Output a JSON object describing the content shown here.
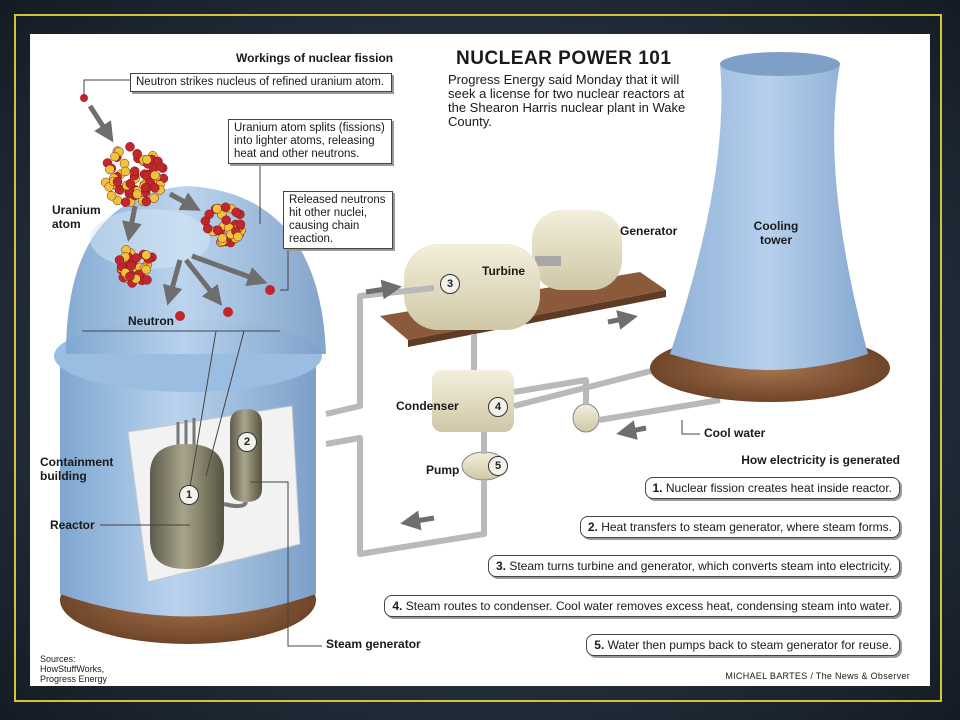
{
  "fission": {
    "heading": "Workings of nuclear fission",
    "callouts": [
      "Neutron strikes nucleus of refined uranium atom.",
      "Uranium atom splits (fissions) into lighter atoms, releasing heat and other neutrons.",
      "Released neutrons hit other nuclei, causing chain reaction."
    ],
    "uranium_label": "Uranium atom",
    "neutron_label": "Neutron"
  },
  "header": {
    "title": "NUCLEAR POWER 101",
    "lede": "Progress Energy said Monday that it will seek a license for two nuclear reactors at the Shearon Harris nuclear plant in Wake County."
  },
  "components": {
    "generator": "Generator",
    "turbine": "Turbine",
    "cooling_tower": "Cooling tower",
    "condenser": "Condenser",
    "pump": "Pump",
    "cool_water": "Cool water",
    "containment": "Containment building",
    "reactor": "Reactor",
    "steam_generator": "Steam generator"
  },
  "numbers": [
    "1",
    "2",
    "3",
    "4",
    "5"
  ],
  "steps_heading": "How electricity is generated",
  "steps": [
    {
      "num": "1.",
      "text": "Nuclear fission creates heat inside reactor."
    },
    {
      "num": "2.",
      "text": "Heat transfers to steam generator, where steam forms."
    },
    {
      "num": "3.",
      "text": "Steam turns turbine and generator, which converts steam into electricity."
    },
    {
      "num": "4.",
      "text": "Steam routes to condenser. Cool water removes excess heat, condensing steam into water."
    },
    {
      "num": "5.",
      "text": "Water then pumps back to steam generator for reuse."
    }
  ],
  "sources": "Sources: HowStuffWorks, Progress Energy",
  "credit": "MICHAEL BARTES / The News & Observer",
  "colors": {
    "containment_blue": "#a9c8e8",
    "frame_gold": "#d6c23a",
    "uranium_red": "#c0262c",
    "uranium_yellow": "#f0c43a",
    "base_brown": "#8a5a3a"
  }
}
